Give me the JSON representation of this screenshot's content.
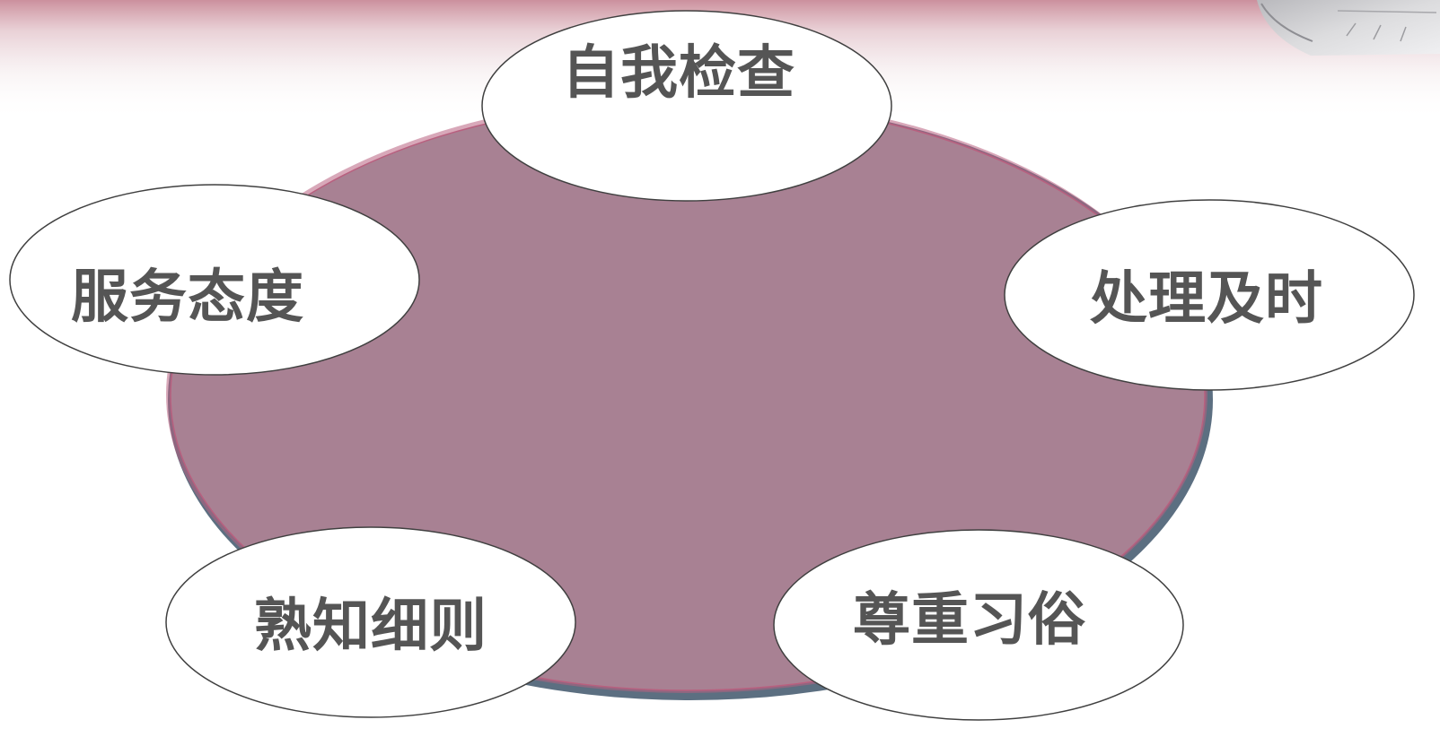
{
  "diagram": {
    "center_fill": "#a88193",
    "center_edge": "#b8607f",
    "node_fill": "#ffffff",
    "node_edge": "#404040",
    "header_tint": "#c98a98",
    "nodes": [
      {
        "id": "self-check",
        "label": "自我检查"
      },
      {
        "id": "service-attitude",
        "label": "服务态度"
      },
      {
        "id": "timely-handling",
        "label": "处理及时"
      },
      {
        "id": "know-details",
        "label": "熟知细则"
      },
      {
        "id": "respect-customs",
        "label": "尊重习俗"
      }
    ]
  }
}
